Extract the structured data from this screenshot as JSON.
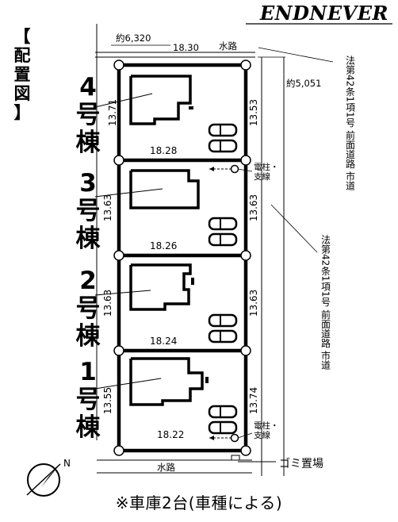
{
  "brand": "ENDNEVER",
  "title": "【配置図】",
  "buildings": [
    {
      "name": "4号棟",
      "left": "13.71",
      "right": "13.53",
      "bottom": "18.28"
    },
    {
      "name": "3号棟",
      "left": "13.63",
      "right": "13.63",
      "bottom": "18.26"
    },
    {
      "name": "2号棟",
      "left": "13.63",
      "right": "13.63",
      "bottom": "18.24"
    },
    {
      "name": "1号棟",
      "left": "13.55",
      "right": "13.74",
      "bottom": "18.22"
    }
  ],
  "top_width": "約6,320",
  "top_length": "18.30",
  "waterway_top": "水路",
  "waterway_bottom": "水路",
  "road_width": "約5,051",
  "road_label": "法第42条1項1号 前面道路 市道",
  "utility_pole": "電柱・支線",
  "garbage": "ゴミ置場",
  "north": "N",
  "caption": "※車庫2台(車種による)"
}
